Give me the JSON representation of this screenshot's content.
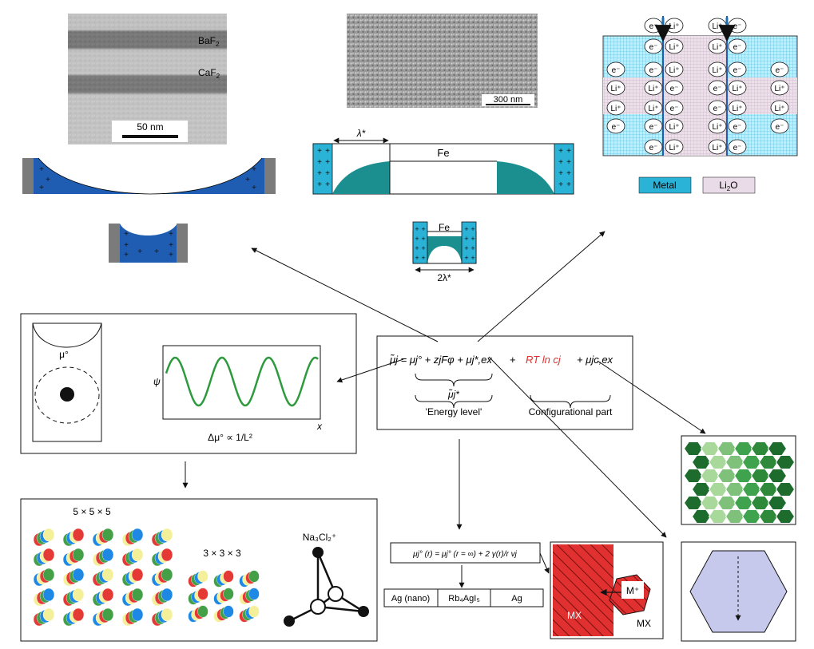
{
  "tem": {
    "layer_top": "BaF",
    "layer_top_sub": "2",
    "layer_bottom": "CaF",
    "layer_bottom_sub": "2",
    "scalebar": "50 nm"
  },
  "sem": {
    "scalebar": "300 nm"
  },
  "iron": {
    "lambda_label": "λ*",
    "fe_label": "Fe",
    "fe_small_label": "Fe",
    "two_lambda_label": "2λ*"
  },
  "ions": {
    "electron": "e⁻",
    "lithium": "Li⁺",
    "legend_metal": "Metal",
    "legend_li2o": "Li",
    "legend_li2o_sub": "2",
    "legend_li2o_tail": "O"
  },
  "potential": {
    "mu_label": "μ°",
    "psi_label": "ψ",
    "x_label": "x",
    "delta_label": "Δμ° ∝ 1/L²"
  },
  "equation": {
    "main_black": "μ̃j = μj° + zjFφ + μj*,ex",
    "plus": "+",
    "main_red": "RT ln cj",
    "main_tail": "+ μjc,ex",
    "sub_mu": "μ̃j*",
    "energy_label": "'Energy level'",
    "config_label": "Configurational part"
  },
  "clusters": {
    "size_large": "5 × 5 × 5",
    "size_small": "3 × 3 × 3",
    "molecule": "Na₃Cl₂⁺"
  },
  "nano": {
    "formula": "μj° (r) = μj° (r = ∞) + 2 γ(r)/r vj",
    "cells": [
      "Ag (nano)",
      "Rb₄AgI₅",
      "Ag"
    ]
  },
  "mx": {
    "big_label": "MX",
    "ion_label": "M⁺",
    "hex_label": "MX"
  },
  "colors": {
    "blue_region": "#1f5db3",
    "cyan": "#2ab3d6",
    "teal": "#1b8f8f",
    "red_hatch": "#e03030",
    "hex_dark": "#1e6b2e",
    "hex_mid": "#3fa34d",
    "hex_light": "#a8d89a",
    "hex_lilac": "#c6c8ec",
    "li2o_pink": "#e9dbe7"
  }
}
